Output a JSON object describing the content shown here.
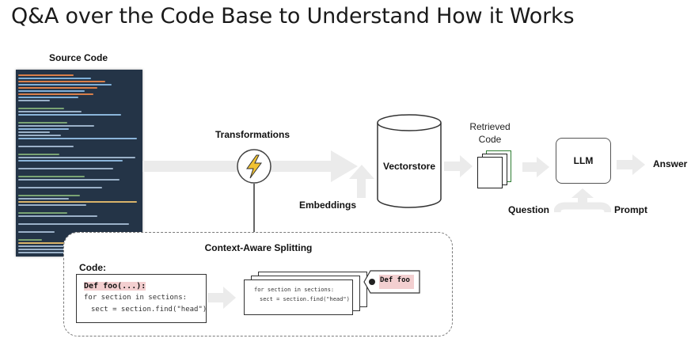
{
  "title": "Q&A over the Code Base to Understand How it Works",
  "labels": {
    "source_code": "Source Code",
    "transformations": "Transformations",
    "embeddings": "Embeddings",
    "vectorstore": "Vectorstore",
    "retrieved_code": "Retrieved Code",
    "llm": "LLM",
    "answer": "Answer",
    "question": "Question",
    "prompt": "Prompt",
    "context_splitting": "Context-Aware Splitting",
    "code_label": "Code:"
  },
  "code_snippet": {
    "line1": "Def foo(...):",
    "line2": "for section in sections:",
    "line3": "sect = section.find(\"head\")"
  },
  "paper_snippet": {
    "line1": "for section in sections:",
    "line2": "sect = section.find(\"head\")"
  },
  "tag_label": "Def foo",
  "colors": {
    "code_bg": "#243447",
    "highlight": "#f3cfd0",
    "arrow": "#ebebeb"
  }
}
